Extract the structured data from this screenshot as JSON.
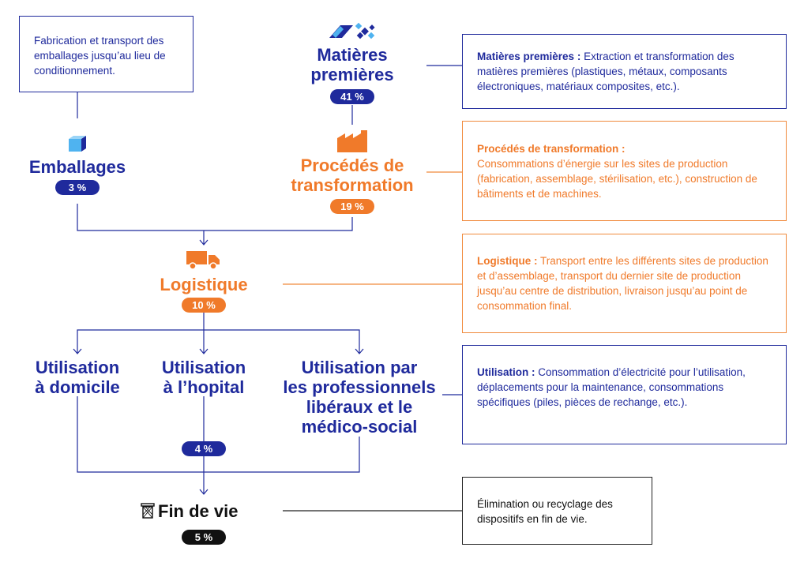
{
  "colors": {
    "blue": "#1f2a9c",
    "orange": "#f07a2a",
    "black": "#111111"
  },
  "packaging_note": "Fabrication et transport des emballages jusqu’au lieu de conditionnement.",
  "nodes": {
    "materials": {
      "label_line1": "Matières",
      "label_line2": "premières",
      "percent": "41 %",
      "icon": "raw-materials-icon"
    },
    "packaging": {
      "label": "Emballages",
      "percent": "3 %",
      "icon": "box-icon"
    },
    "processing": {
      "label_line1": "Procédés de",
      "label_line2": "transformation",
      "percent": "19 %",
      "icon": "factory-icon"
    },
    "logistics": {
      "label": "Logistique",
      "percent": "10 %",
      "icon": "truck-icon"
    },
    "use_home": {
      "label_line1": "Utilisation",
      "label_line2": "à domicile"
    },
    "use_hospital": {
      "label_line1": "Utilisation",
      "label_line2": "à l’hopital"
    },
    "use_pro": {
      "label_line1": "Utilisation par",
      "label_line2": "les professionnels",
      "label_line3": "libéraux et le",
      "label_line4": "médico-social"
    },
    "use_percent": "4 %",
    "end_of_life": {
      "label": "Fin de vie",
      "percent": "5 %",
      "icon": "trash-icon"
    }
  },
  "descriptions": {
    "materials": {
      "title": "Matières premières :",
      "text": " Extraction et transformation des matières premières (plastiques, métaux, composants électroniques, matériaux composites, etc.)."
    },
    "processing": {
      "title": "Procédés de transformation :",
      "text": "Consommations d’énergie sur les sites de production (fabrication, assemblage, stérilisation, etc.), construction de bâtiments et de machines."
    },
    "logistics": {
      "title": "Logistique :",
      "text": " Transport entre les différents sites de production et d’assemblage, transport du dernier site de production jusqu’au centre de distribution, livraison jusqu’au point de consommation final."
    },
    "use": {
      "title": "Utilisation :",
      "text": " Consommation d’électricité pour l’utilisation, déplacements pour la maintenance, consommations spécifiques (piles, pièces de rechange, etc.)."
    },
    "end_of_life": {
      "text": "Élimination ou recyclage des dispositifs en fin de vie."
    }
  }
}
